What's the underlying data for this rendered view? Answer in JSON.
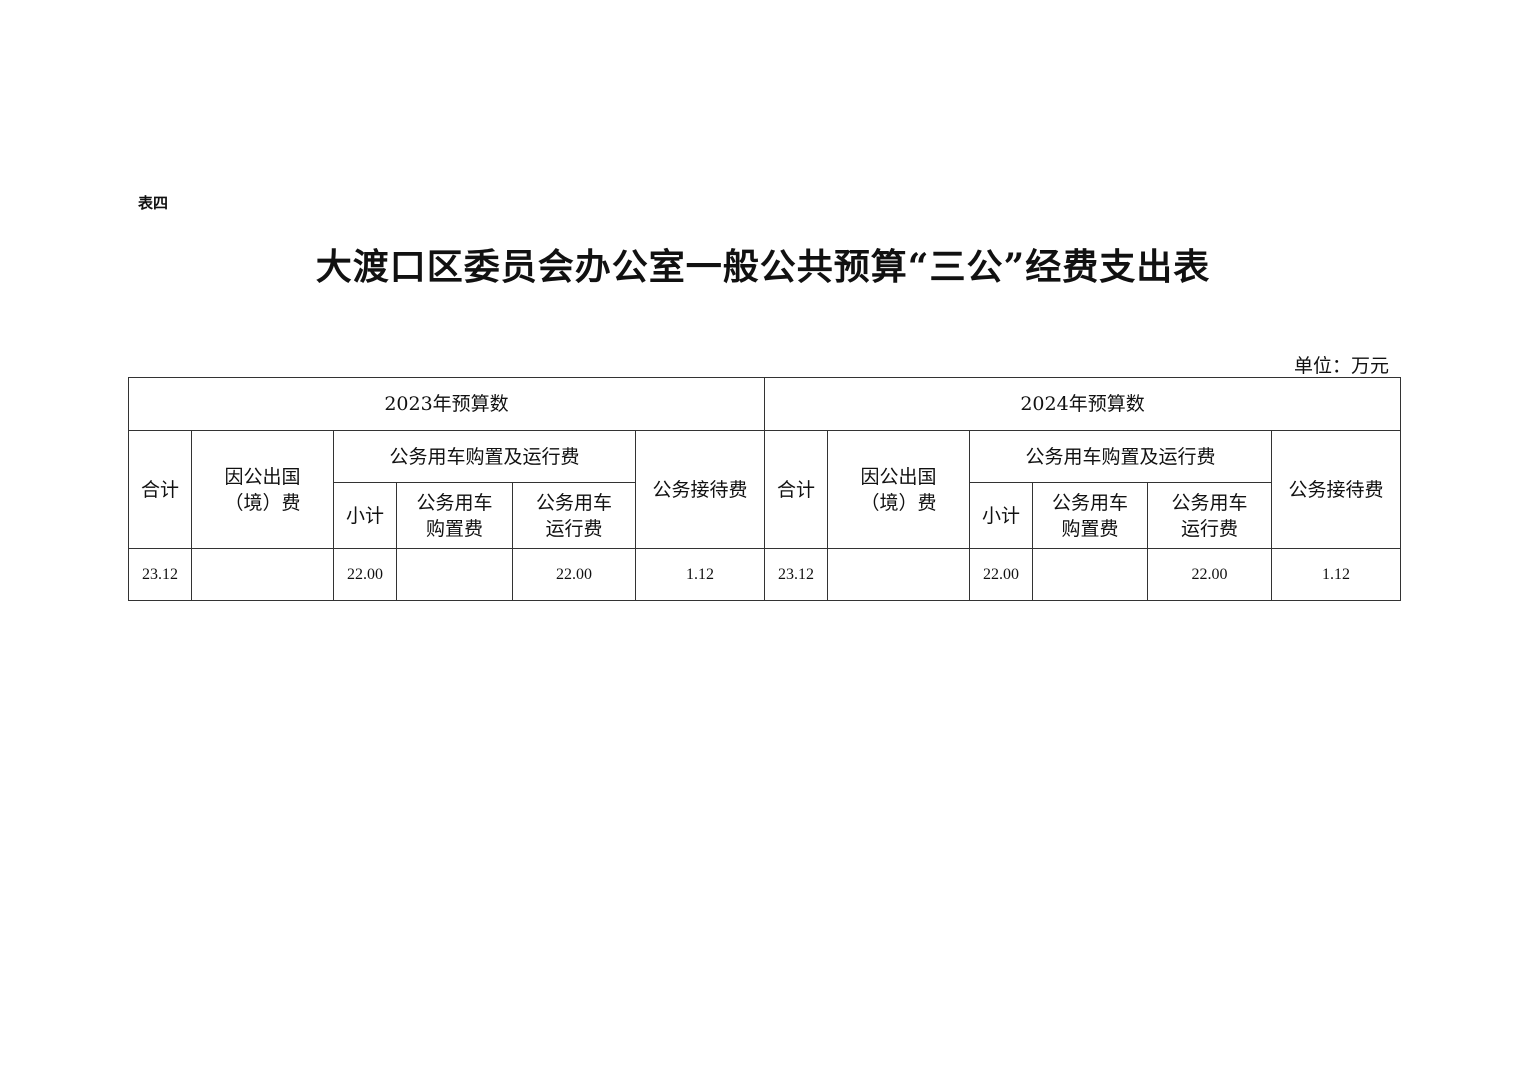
{
  "label": "表四",
  "title": "大渡口区委员会办公室一般公共预算“三公”经费支出表",
  "unit": "单位：万元",
  "table": {
    "year_headers": [
      "2023年预算数",
      "2024年预算数"
    ],
    "h_total": "合计",
    "h_abroad_1": "因公出国",
    "h_abroad_2": "（境）费",
    "h_vehicle": "公务用车购置及运行费",
    "h_subtotal": "小计",
    "h_purchase_1": "公务用车",
    "h_purchase_2": "购置费",
    "h_operate_1": "公务用车",
    "h_operate_2": "运行费",
    "h_reception": "公务接待费",
    "rows": [
      [
        "23.12",
        "",
        "22.00",
        "",
        "22.00",
        "1.12",
        "23.12",
        "",
        "22.00",
        "",
        "22.00",
        "1.12"
      ]
    ]
  }
}
